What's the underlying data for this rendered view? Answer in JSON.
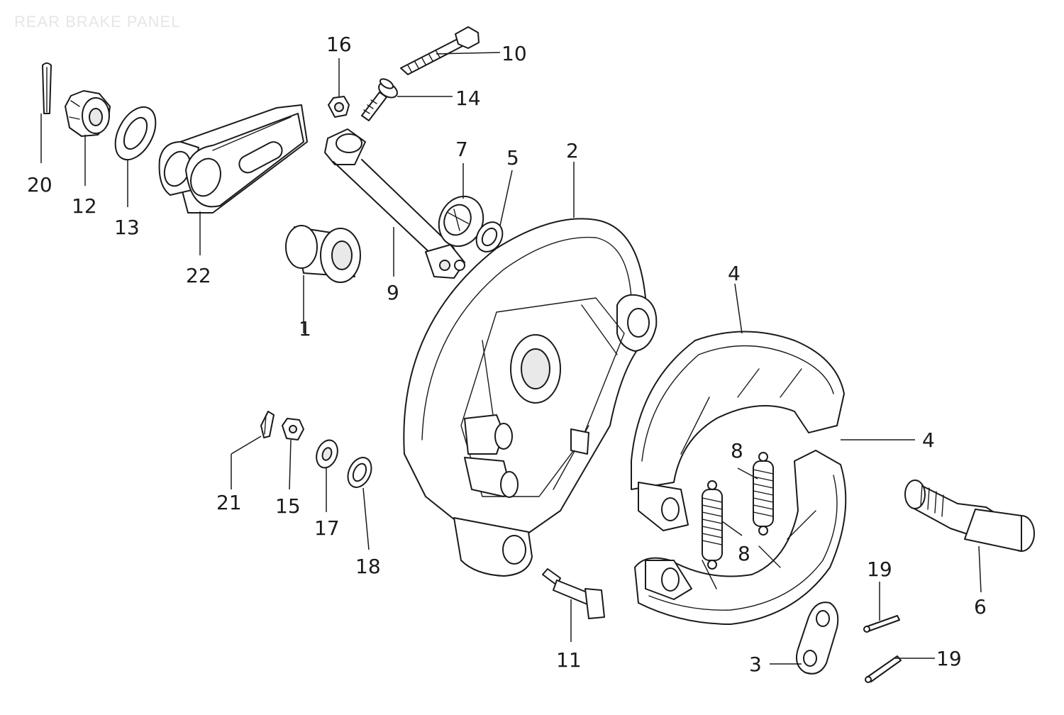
{
  "title": "REAR BRAKE PANEL",
  "callouts": {
    "c1": "1",
    "c2": "2",
    "c3": "3",
    "c4a": "4",
    "c4b": "4",
    "c5": "5",
    "c6": "6",
    "c7": "7",
    "c8a": "8",
    "c8b": "8",
    "c9": "9",
    "c10": "10",
    "c11": "11",
    "c12": "12",
    "c13": "13",
    "c14": "14",
    "c15": "15",
    "c16": "16",
    "c17": "17",
    "c18": "18",
    "c19a": "19",
    "c19b": "19",
    "c20": "20",
    "c21": "21",
    "c22": "22"
  }
}
